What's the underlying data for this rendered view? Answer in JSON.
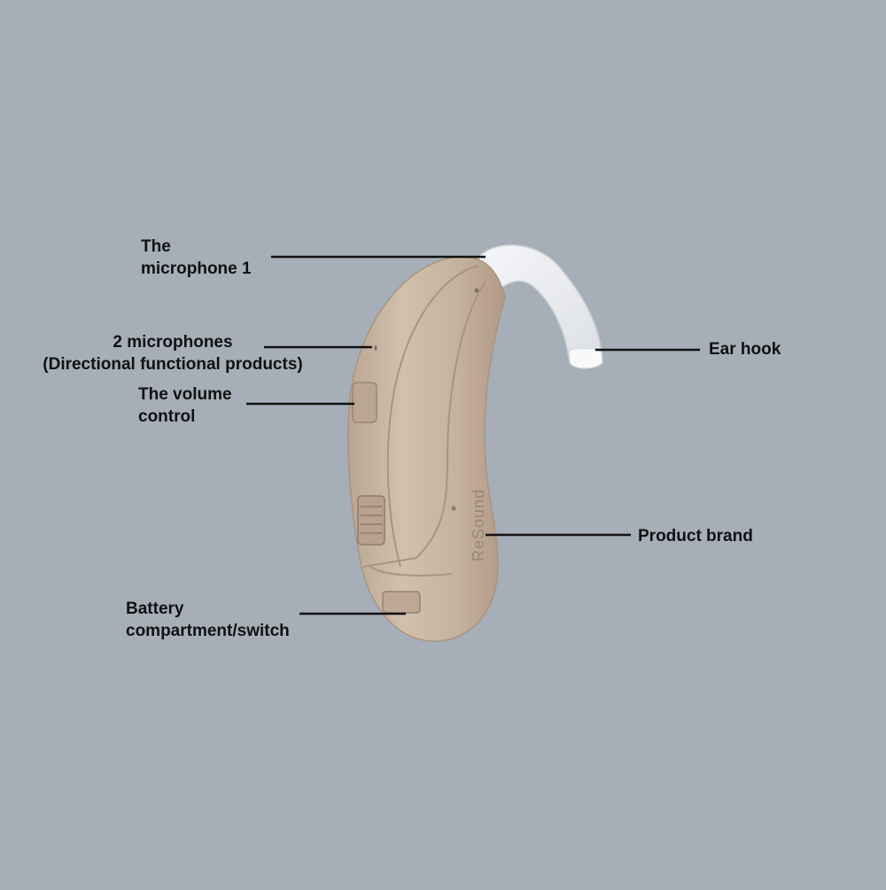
{
  "colors": {
    "background": "#a6aeb8",
    "device_body": "#c7b3a0",
    "ear_hook": "#eef0f3",
    "leader_line": "#111111",
    "text": "#111111"
  },
  "device": {
    "brand_print": "ReSound"
  },
  "labels": {
    "microphone1": {
      "line1": "The",
      "line2": "microphone 1"
    },
    "two_mics": {
      "line1": "2 microphones",
      "line2": "(Directional functional products)"
    },
    "volume": {
      "line1": "The volume",
      "line2": "control"
    },
    "battery": {
      "line1": "Battery",
      "line2": "compartment/switch"
    },
    "ear_hook": {
      "line1": "Ear hook"
    },
    "brand": {
      "line1": "Product brand"
    }
  }
}
